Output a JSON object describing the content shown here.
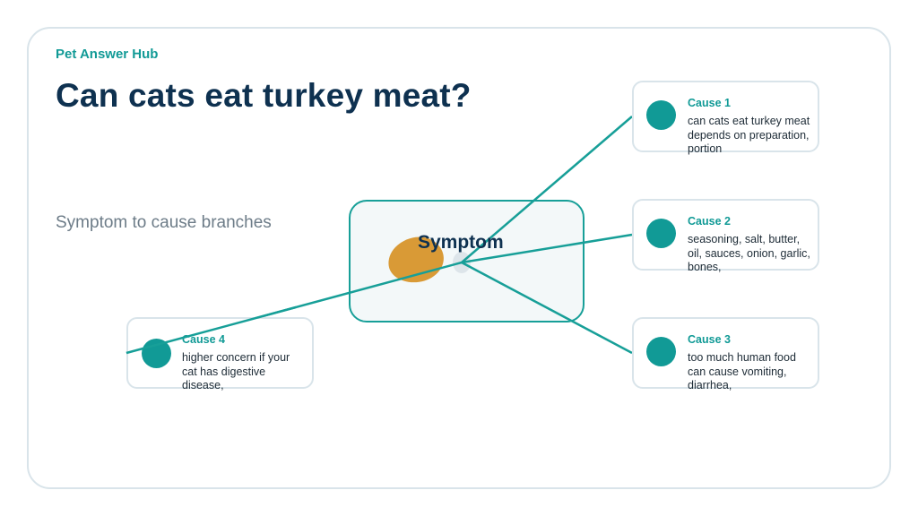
{
  "brand": "Pet Answer Hub",
  "title": "Can cats eat turkey meat?",
  "subtitle": "Symptom to cause branches",
  "center": {
    "label": "Symptom"
  },
  "causes": [
    {
      "title": "Cause 1",
      "text": "can cats eat turkey meat depends on preparation, portion"
    },
    {
      "title": "Cause 2",
      "text": "seasoning, salt, butter, oil, sauces, onion, garlic, bones,"
    },
    {
      "title": "Cause 3",
      "text": "too much human food can cause vomiting, diarrhea,"
    },
    {
      "title": "Cause 4",
      "text": "higher concern if your cat has digestive disease,"
    }
  ],
  "colors": {
    "accent": "#119a96",
    "title": "#0e3150",
    "blob": "#d99a36",
    "border": "#d9e4ea"
  }
}
